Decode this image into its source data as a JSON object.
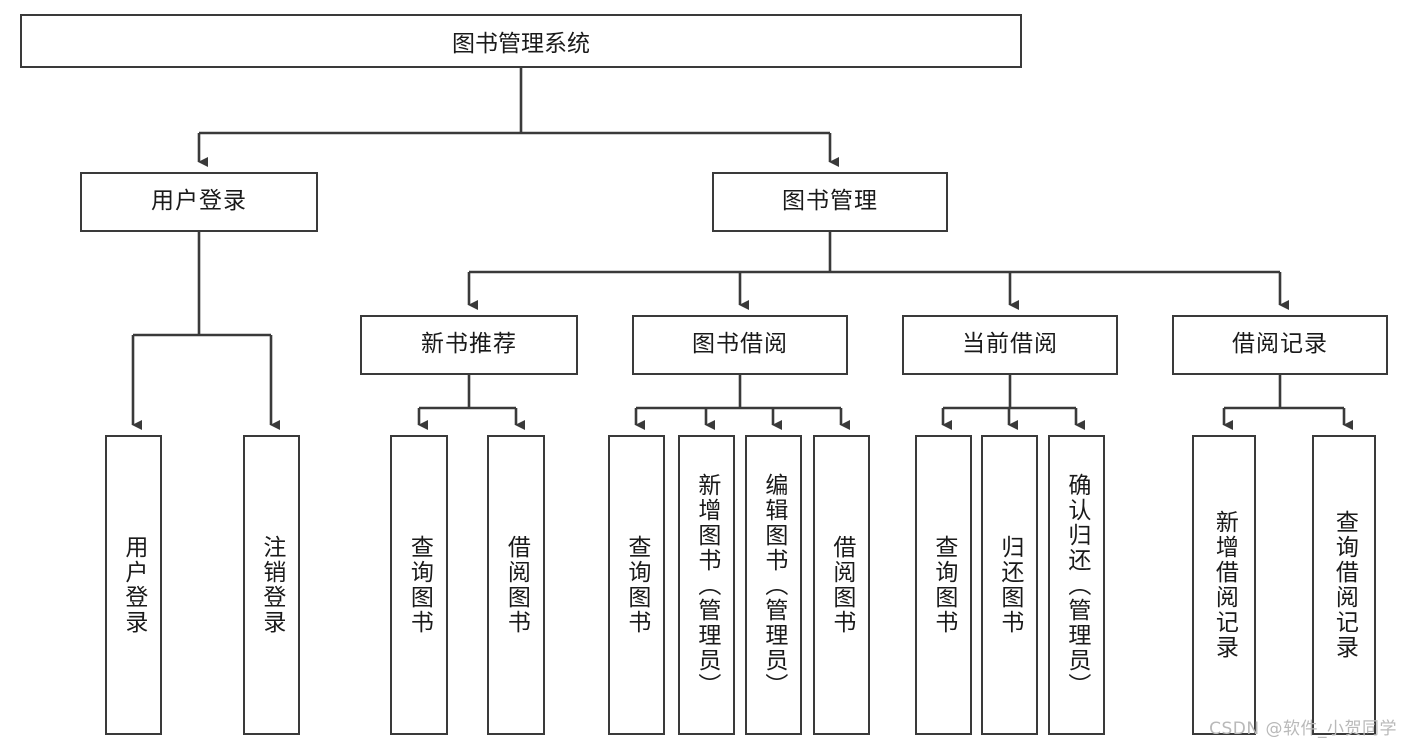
{
  "diagram": {
    "title": "图书管理系统",
    "watermark": "CSDN @软件_小贺同学",
    "colors": {
      "stroke": "#3a3a3a",
      "fill": "#ffffff",
      "text": "#1a1a1a",
      "watermark": "#b9b9b9"
    },
    "nodes": {
      "root": "图书管理系统",
      "level1": [
        "用户登录",
        "图书管理"
      ],
      "level2": [
        "新书推荐",
        "图书借阅",
        "当前借阅",
        "借阅记录"
      ],
      "leaves": {
        "user_login": [
          "用户登录",
          "注销登录"
        ],
        "new_book_recommend": [
          "查询图书",
          "借阅图书"
        ],
        "book_borrow": [
          "查询图书",
          "新增图书（管理员）",
          "编辑图书（管理员）",
          "借阅图书"
        ],
        "current_borrow": [
          "查询图书",
          "归还图书",
          "确认归还（管理员）"
        ],
        "borrow_record": [
          "新增借阅记录",
          "查询借阅记录"
        ]
      }
    }
  }
}
